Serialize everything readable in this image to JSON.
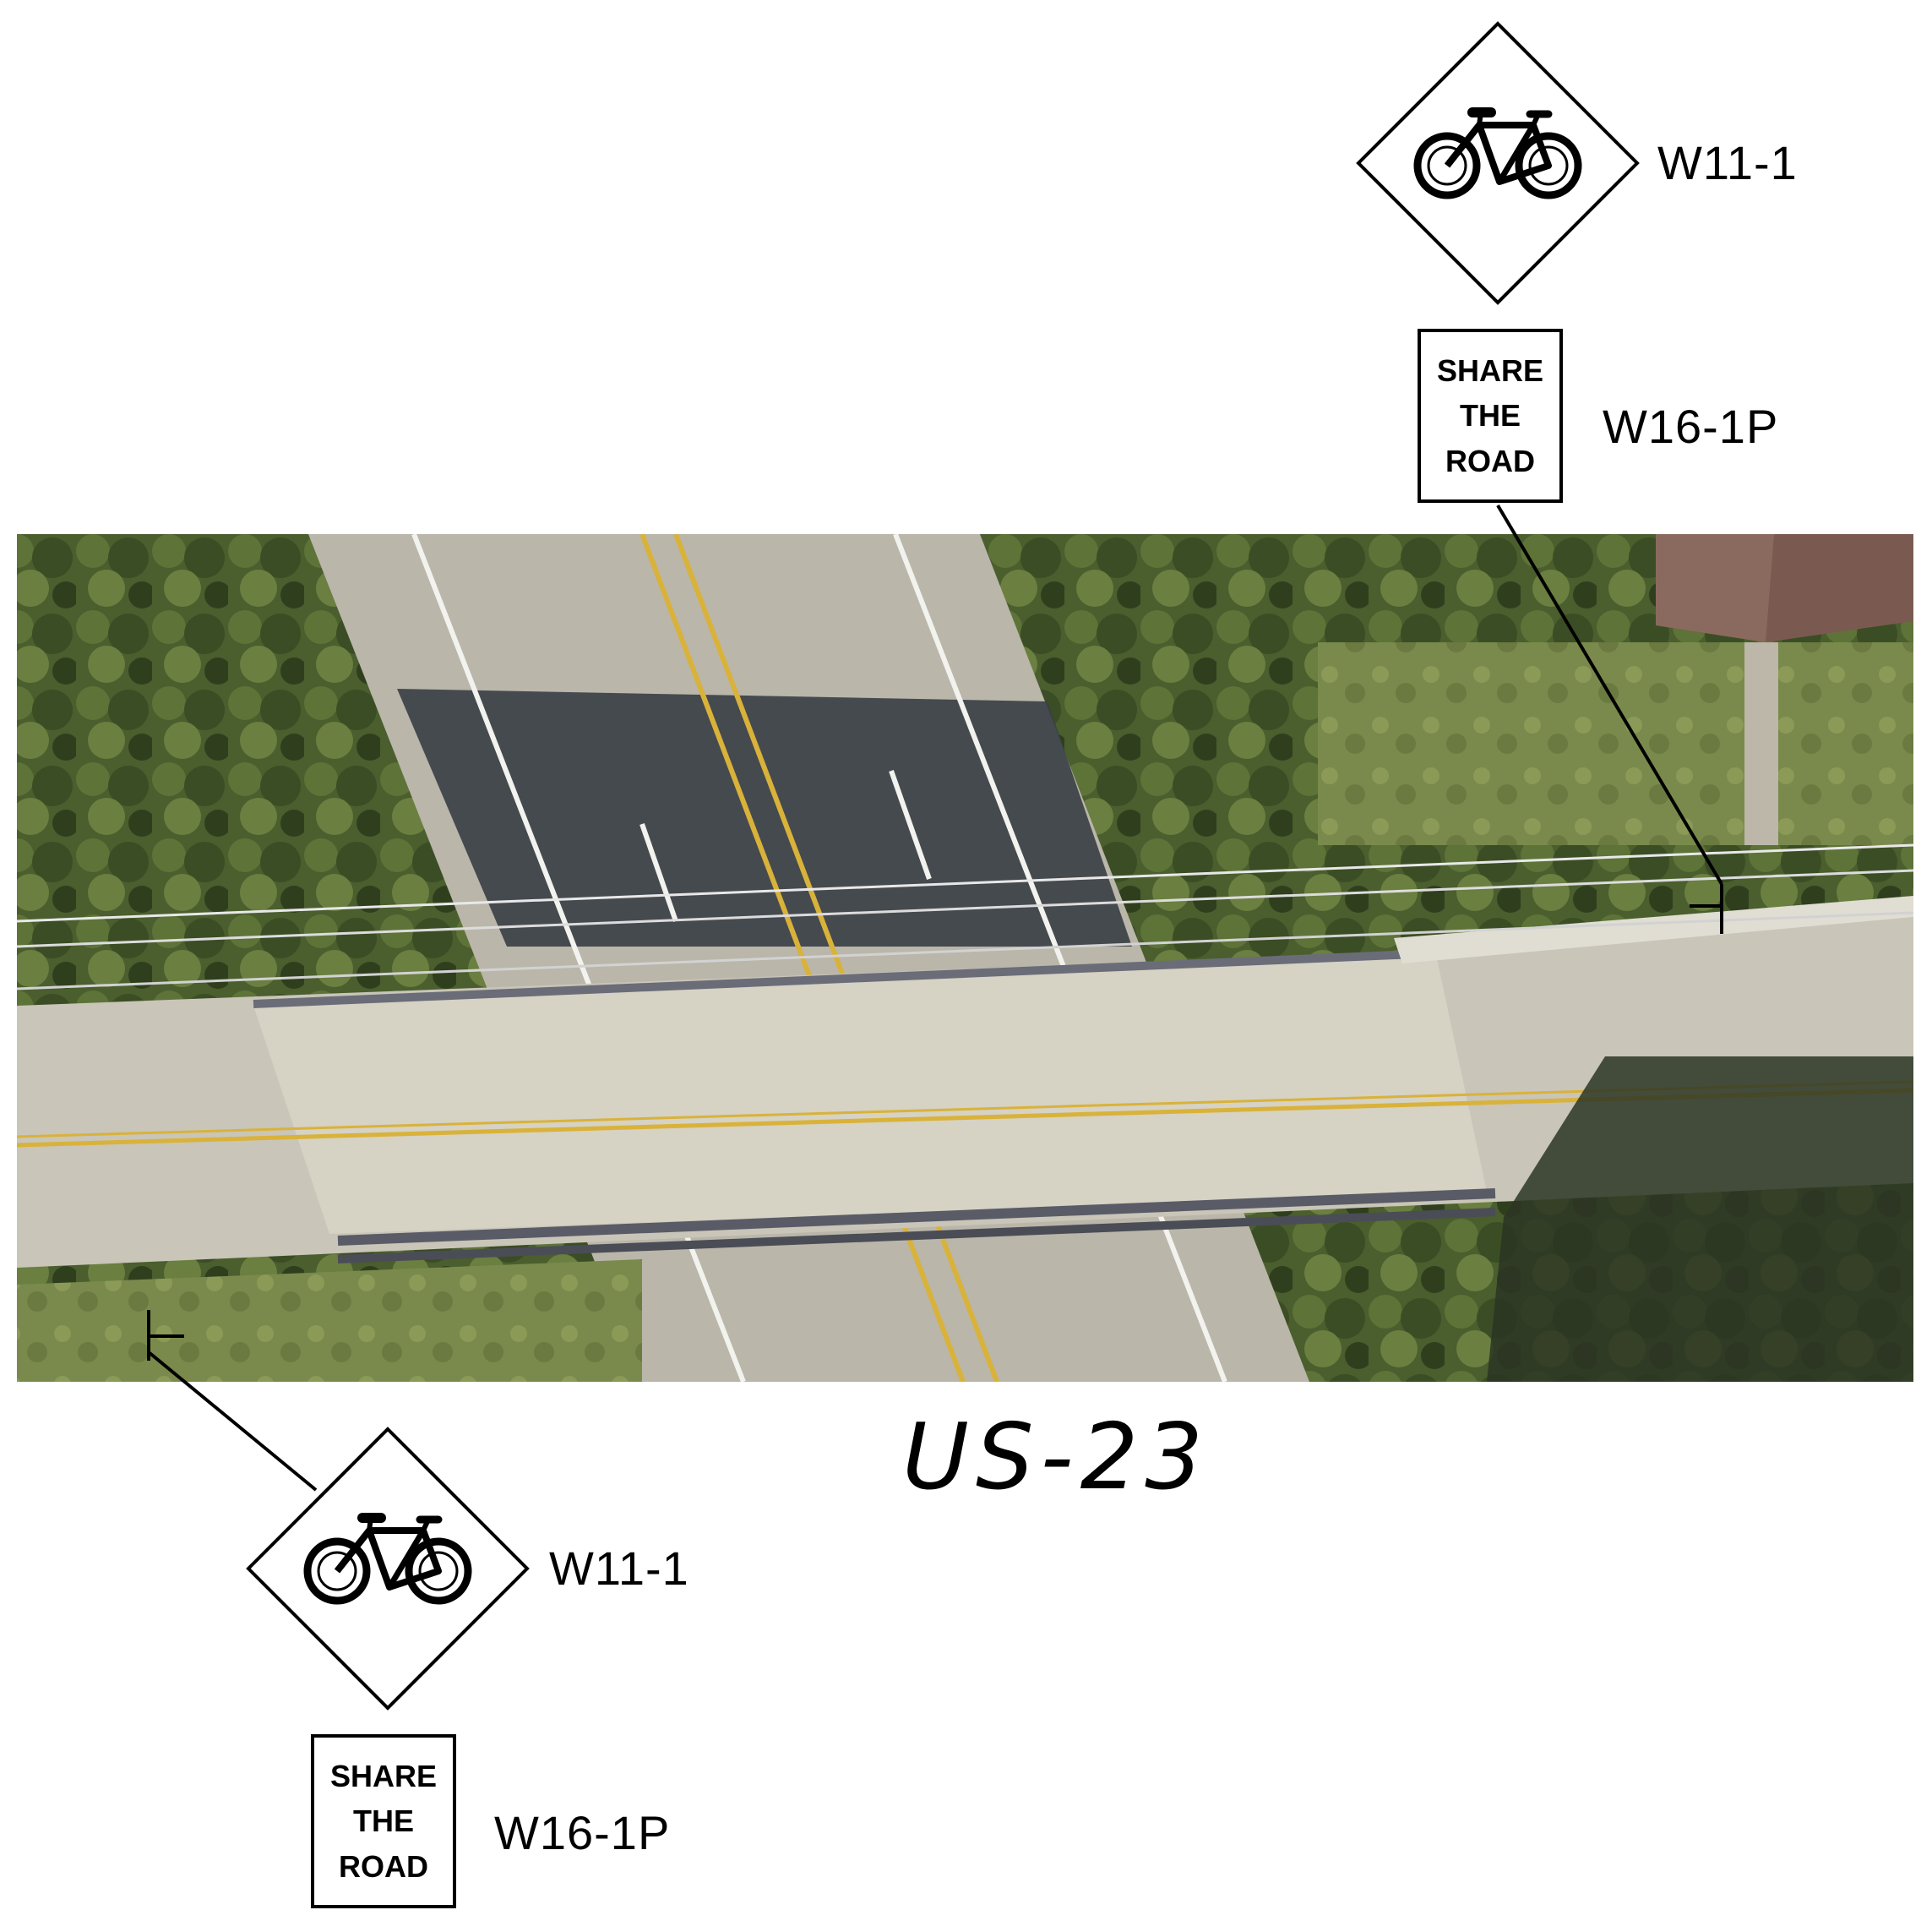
{
  "road_label": "US-23",
  "signs": [
    {
      "warning_sign": {
        "code": "W11-1",
        "icon": "bicycle-icon"
      },
      "plaque": {
        "code": "W16-1P",
        "lines": [
          "SHARE",
          "THE",
          "ROAD"
        ]
      }
    },
    {
      "warning_sign": {
        "code": "W11-1",
        "icon": "bicycle-icon"
      },
      "plaque": {
        "code": "W16-1P",
        "lines": [
          "SHARE",
          "THE",
          "ROAD"
        ]
      }
    }
  ],
  "colors": {
    "foliage": "#4a5e2e",
    "pavement": "#c9c5b8",
    "bridge_deck": "#d6d2c4",
    "lane_stripe_yellow": "#d9b23a",
    "lane_stripe_white": "#f2f2ee",
    "shadow": "#3b4148"
  }
}
